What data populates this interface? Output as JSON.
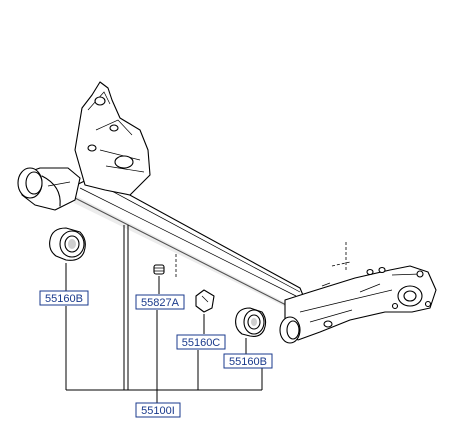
{
  "labels": {
    "bushing_left": "55160B",
    "bump_stop": "55827A",
    "bracket": "55160C",
    "bushing_right": "55160B",
    "axle_assembly": "55100I"
  }
}
